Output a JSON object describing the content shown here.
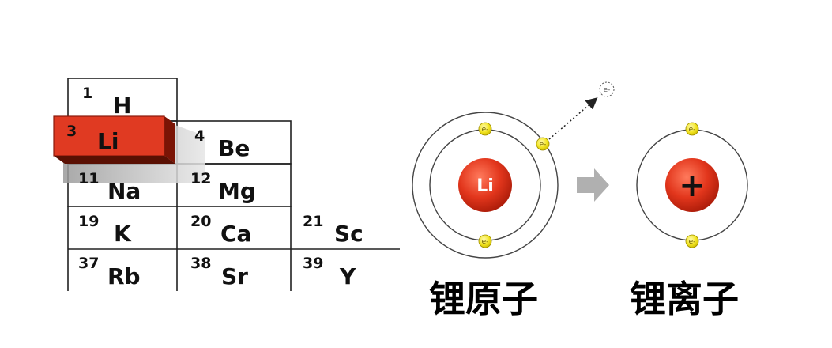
{
  "periodic_table": {
    "cells": [
      {
        "number": "1",
        "symbol": "H"
      },
      {
        "number": "3",
        "symbol": "Li"
      },
      {
        "number": "4",
        "symbol": "Be"
      },
      {
        "number": "11",
        "symbol": "Na"
      },
      {
        "number": "12",
        "symbol": "Mg"
      },
      {
        "number": "19",
        "symbol": "K"
      },
      {
        "number": "20",
        "symbol": "Ca"
      },
      {
        "number": "21",
        "symbol": "Sc"
      },
      {
        "number": "37",
        "symbol": "Rb"
      },
      {
        "number": "38",
        "symbol": "Sr"
      },
      {
        "number": "39",
        "symbol": "Y"
      }
    ],
    "highlight_color": "#e03a22"
  },
  "atom": {
    "nucleus_label": "Li",
    "caption": "锂原子"
  },
  "ion": {
    "nucleus_label": "+",
    "caption": "锂离子"
  },
  "electron_label": "e-",
  "colors": {
    "nucleus": "#e2361c",
    "electron": "#f2e421",
    "arrow": "#b0b0b0"
  }
}
